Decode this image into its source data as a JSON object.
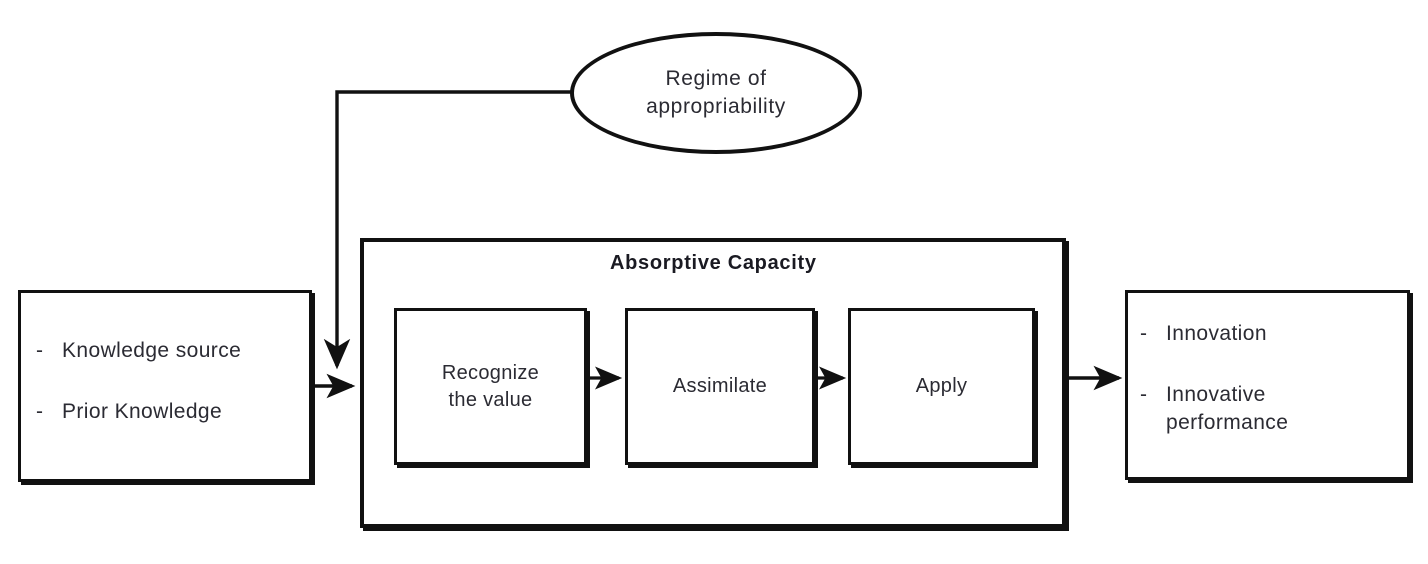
{
  "diagram": {
    "title": "Absorptive Capacity process model",
    "line_color": "#111111",
    "text_color": "#2b2b33",
    "background": "#ffffff",
    "moderator": {
      "label_line1": "Regime of",
      "label_line2": "appropriability",
      "shape": "ellipse"
    },
    "input_box": {
      "name": "knowledge-inputs",
      "bullets": [
        {
          "dash": "-",
          "text": "Knowledge source"
        },
        {
          "dash": "-",
          "text": "Prior Knowledge"
        }
      ]
    },
    "capacity_container": {
      "title": "Absorptive Capacity",
      "stages": [
        {
          "label": "Recognize\nthe value"
        },
        {
          "label": "Assimilate"
        },
        {
          "label": "Apply"
        }
      ]
    },
    "output_box": {
      "name": "innovation-outcomes",
      "bullets": [
        {
          "dash": "-",
          "text": "Innovation"
        },
        {
          "dash": "-",
          "text": "Innovative\n   performance"
        }
      ]
    },
    "connectors": [
      {
        "name": "moderator-to-process",
        "type": "elbow-arrow",
        "from": "regime-of-appropriability-ellipse",
        "to": "absorptive-capacity-container"
      },
      {
        "name": "inputs-to-process",
        "type": "arrow",
        "from": "knowledge-inputs-box",
        "to": "absorptive-capacity-container"
      },
      {
        "name": "recognize-to-assimilate",
        "type": "arrow",
        "from": "recognize-the-value-box",
        "to": "assimilate-box"
      },
      {
        "name": "assimilate-to-apply",
        "type": "arrow",
        "from": "assimilate-box",
        "to": "apply-box"
      },
      {
        "name": "process-to-outputs",
        "type": "arrow",
        "from": "absorptive-capacity-container",
        "to": "innovation-outcomes-box"
      }
    ]
  }
}
